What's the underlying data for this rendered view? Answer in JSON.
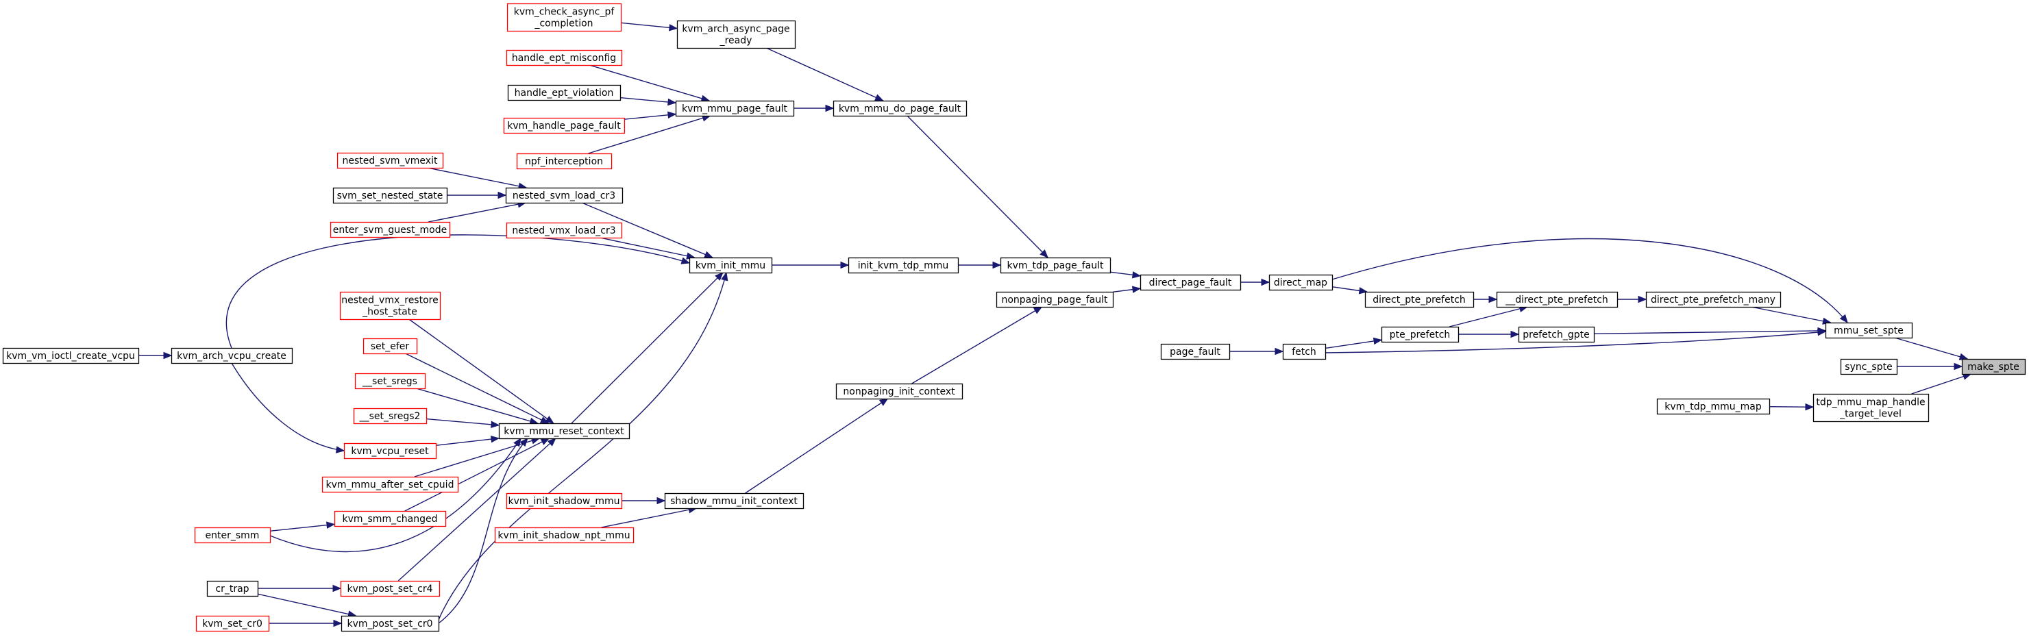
{
  "colors": {
    "edge": "#191970",
    "border_normal": "#000000",
    "border_truncated": "#ff0000",
    "fill_normal": "#ffffff",
    "fill_focus": "#bfbfbf",
    "text": "#000000"
  },
  "nodes": [
    {
      "id": "make_spte",
      "lines": [
        "make_spte"
      ],
      "kind": "focus"
    },
    {
      "id": "mmu_set_spte",
      "lines": [
        "mmu_set_spte"
      ],
      "kind": "normal"
    },
    {
      "id": "sync_spte",
      "lines": [
        "sync_spte"
      ],
      "kind": "normal"
    },
    {
      "id": "tdp_mmu_map_handle_target_level",
      "lines": [
        "tdp_mmu_map_handle",
        "_target_level"
      ],
      "kind": "normal"
    },
    {
      "id": "kvm_tdp_mmu_map",
      "lines": [
        "kvm_tdp_mmu_map"
      ],
      "kind": "normal"
    },
    {
      "id": "direct_map",
      "lines": [
        "direct_map"
      ],
      "kind": "normal"
    },
    {
      "id": "direct_pte_prefetch_many",
      "lines": [
        "direct_pte_prefetch_many"
      ],
      "kind": "normal"
    },
    {
      "id": "prefetch_gpte",
      "lines": [
        "prefetch_gpte"
      ],
      "kind": "normal"
    },
    {
      "id": "fetch",
      "lines": [
        "fetch"
      ],
      "kind": "normal"
    },
    {
      "id": "__direct_pte_prefetch",
      "lines": [
        "__direct_pte_prefetch"
      ],
      "kind": "normal"
    },
    {
      "id": "pte_prefetch",
      "lines": [
        "pte_prefetch"
      ],
      "kind": "normal"
    },
    {
      "id": "page_fault",
      "lines": [
        "page_fault"
      ],
      "kind": "normal"
    },
    {
      "id": "direct_pte_prefetch",
      "lines": [
        "direct_pte_prefetch"
      ],
      "kind": "normal"
    },
    {
      "id": "direct_page_fault",
      "lines": [
        "direct_page_fault"
      ],
      "kind": "normal"
    },
    {
      "id": "kvm_tdp_page_fault",
      "lines": [
        "kvm_tdp_page_fault"
      ],
      "kind": "normal"
    },
    {
      "id": "nonpaging_page_fault",
      "lines": [
        "nonpaging_page_fault"
      ],
      "kind": "normal"
    },
    {
      "id": "init_kvm_tdp_mmu",
      "lines": [
        "init_kvm_tdp_mmu"
      ],
      "kind": "normal"
    },
    {
      "id": "kvm_mmu_do_page_fault",
      "lines": [
        "kvm_mmu_do_page_fault"
      ],
      "kind": "normal"
    },
    {
      "id": "nonpaging_init_context",
      "lines": [
        "nonpaging_init_context"
      ],
      "kind": "normal"
    },
    {
      "id": "kvm_init_mmu",
      "lines": [
        "kvm_init_mmu"
      ],
      "kind": "normal"
    },
    {
      "id": "kvm_arch_async_page_ready",
      "lines": [
        "kvm_arch_async_page",
        "_ready"
      ],
      "kind": "normal"
    },
    {
      "id": "kvm_mmu_page_fault",
      "lines": [
        "kvm_mmu_page_fault"
      ],
      "kind": "normal"
    },
    {
      "id": "shadow_mmu_init_context",
      "lines": [
        "shadow_mmu_init_context"
      ],
      "kind": "normal"
    },
    {
      "id": "kvm_check_async_pf_completion",
      "lines": [
        "kvm_check_async_pf",
        "_completion"
      ],
      "kind": "truncated"
    },
    {
      "id": "handle_ept_misconfig",
      "lines": [
        "handle_ept_misconfig"
      ],
      "kind": "truncated"
    },
    {
      "id": "handle_ept_violation",
      "lines": [
        "handle_ept_violation"
      ],
      "kind": "normal"
    },
    {
      "id": "kvm_handle_page_fault",
      "lines": [
        "kvm_handle_page_fault"
      ],
      "kind": "truncated"
    },
    {
      "id": "npf_interception",
      "lines": [
        "npf_interception"
      ],
      "kind": "truncated"
    },
    {
      "id": "kvm_init_shadow_mmu",
      "lines": [
        "kvm_init_shadow_mmu"
      ],
      "kind": "truncated"
    },
    {
      "id": "kvm_init_shadow_npt_mmu",
      "lines": [
        "kvm_init_shadow_npt_mmu"
      ],
      "kind": "truncated"
    },
    {
      "id": "nested_svm_load_cr3",
      "lines": [
        "nested_svm_load_cr3"
      ],
      "kind": "normal"
    },
    {
      "id": "nested_vmx_load_cr3",
      "lines": [
        "nested_vmx_load_cr3"
      ],
      "kind": "truncated"
    },
    {
      "id": "kvm_mmu_reset_context",
      "lines": [
        "kvm_mmu_reset_context"
      ],
      "kind": "normal"
    },
    {
      "id": "nested_svm_vmexit",
      "lines": [
        "nested_svm_vmexit"
      ],
      "kind": "truncated"
    },
    {
      "id": "svm_set_nested_state",
      "lines": [
        "svm_set_nested_state"
      ],
      "kind": "normal"
    },
    {
      "id": "enter_svm_guest_mode",
      "lines": [
        "enter_svm_guest_mode"
      ],
      "kind": "truncated"
    },
    {
      "id": "nested_vmx_restore_host_state",
      "lines": [
        "nested_vmx_restore",
        "_host_state"
      ],
      "kind": "truncated"
    },
    {
      "id": "set_efer",
      "lines": [
        "set_efer"
      ],
      "kind": "truncated"
    },
    {
      "id": "__set_sregs",
      "lines": [
        "__set_sregs"
      ],
      "kind": "truncated"
    },
    {
      "id": "__set_sregs2",
      "lines": [
        "__set_sregs2"
      ],
      "kind": "truncated"
    },
    {
      "id": "kvm_vcpu_reset",
      "lines": [
        "kvm_vcpu_reset"
      ],
      "kind": "truncated"
    },
    {
      "id": "kvm_mmu_after_set_cpuid",
      "lines": [
        "kvm_mmu_after_set_cpuid"
      ],
      "kind": "truncated"
    },
    {
      "id": "kvm_smm_changed",
      "lines": [
        "kvm_smm_changed"
      ],
      "kind": "truncated"
    },
    {
      "id": "kvm_post_set_cr4",
      "lines": [
        "kvm_post_set_cr4"
      ],
      "kind": "truncated"
    },
    {
      "id": "kvm_post_set_cr0",
      "lines": [
        "kvm_post_set_cr0"
      ],
      "kind": "normal"
    },
    {
      "id": "kvm_arch_vcpu_create",
      "lines": [
        "kvm_arch_vcpu_create"
      ],
      "kind": "normal"
    },
    {
      "id": "enter_smm",
      "lines": [
        "enter_smm"
      ],
      "kind": "truncated"
    },
    {
      "id": "cr_trap",
      "lines": [
        "cr_trap"
      ],
      "kind": "normal"
    },
    {
      "id": "kvm_set_cr0",
      "lines": [
        "kvm_set_cr0"
      ],
      "kind": "truncated"
    },
    {
      "id": "kvm_vm_ioctl_create_vcpu",
      "lines": [
        "kvm_vm_ioctl_create_vcpu"
      ],
      "kind": "normal"
    }
  ],
  "edges": [
    {
      "from": "mmu_set_spte",
      "to": "make_spte"
    },
    {
      "from": "sync_spte",
      "to": "make_spte"
    },
    {
      "from": "tdp_mmu_map_handle_target_level",
      "to": "make_spte"
    },
    {
      "from": "direct_map",
      "to": "mmu_set_spte"
    },
    {
      "from": "direct_pte_prefetch_many",
      "to": "mmu_set_spte"
    },
    {
      "from": "prefetch_gpte",
      "to": "mmu_set_spte"
    },
    {
      "from": "fetch",
      "to": "mmu_set_spte"
    },
    {
      "from": "kvm_tdp_mmu_map",
      "to": "tdp_mmu_map_handle_target_level"
    },
    {
      "from": "direct_page_fault",
      "to": "direct_map"
    },
    {
      "from": "__direct_pte_prefetch",
      "to": "direct_pte_prefetch_many"
    },
    {
      "from": "pte_prefetch",
      "to": "prefetch_gpte"
    },
    {
      "from": "page_fault",
      "to": "fetch"
    },
    {
      "from": "direct_pte_prefetch",
      "to": "__direct_pte_prefetch"
    },
    {
      "from": "pte_prefetch",
      "to": "__direct_pte_prefetch"
    },
    {
      "from": "fetch",
      "to": "pte_prefetch"
    },
    {
      "from": "direct_map",
      "to": "direct_pte_prefetch"
    },
    {
      "from": "kvm_tdp_page_fault",
      "to": "direct_page_fault"
    },
    {
      "from": "nonpaging_page_fault",
      "to": "direct_page_fault"
    },
    {
      "from": "init_kvm_tdp_mmu",
      "to": "kvm_tdp_page_fault"
    },
    {
      "from": "kvm_mmu_do_page_fault",
      "to": "kvm_tdp_page_fault"
    },
    {
      "from": "nonpaging_init_context",
      "to": "nonpaging_page_fault"
    },
    {
      "from": "kvm_init_mmu",
      "to": "init_kvm_tdp_mmu"
    },
    {
      "from": "kvm_arch_async_page_ready",
      "to": "kvm_mmu_do_page_fault"
    },
    {
      "from": "kvm_mmu_page_fault",
      "to": "kvm_mmu_do_page_fault"
    },
    {
      "from": "shadow_mmu_init_context",
      "to": "nonpaging_init_context"
    },
    {
      "from": "kvm_check_async_pf_completion",
      "to": "kvm_arch_async_page_ready"
    },
    {
      "from": "handle_ept_misconfig",
      "to": "kvm_mmu_page_fault"
    },
    {
      "from": "handle_ept_violation",
      "to": "kvm_mmu_page_fault"
    },
    {
      "from": "kvm_handle_page_fault",
      "to": "kvm_mmu_page_fault"
    },
    {
      "from": "npf_interception",
      "to": "kvm_mmu_page_fault"
    },
    {
      "from": "kvm_init_shadow_mmu",
      "to": "shadow_mmu_init_context"
    },
    {
      "from": "kvm_init_shadow_npt_mmu",
      "to": "shadow_mmu_init_context"
    },
    {
      "from": "nested_svm_load_cr3",
      "to": "kvm_init_mmu"
    },
    {
      "from": "nested_vmx_load_cr3",
      "to": "kvm_init_mmu"
    },
    {
      "from": "kvm_mmu_reset_context",
      "to": "kvm_init_mmu"
    },
    {
      "from": "kvm_arch_vcpu_create",
      "to": "kvm_init_mmu"
    },
    {
      "from": "kvm_post_set_cr0",
      "to": "kvm_init_mmu"
    },
    {
      "from": "nested_svm_vmexit",
      "to": "nested_svm_load_cr3"
    },
    {
      "from": "svm_set_nested_state",
      "to": "nested_svm_load_cr3"
    },
    {
      "from": "enter_svm_guest_mode",
      "to": "nested_svm_load_cr3"
    },
    {
      "from": "nested_vmx_restore_host_state",
      "to": "kvm_mmu_reset_context"
    },
    {
      "from": "set_efer",
      "to": "kvm_mmu_reset_context"
    },
    {
      "from": "__set_sregs",
      "to": "kvm_mmu_reset_context"
    },
    {
      "from": "__set_sregs2",
      "to": "kvm_mmu_reset_context"
    },
    {
      "from": "kvm_vcpu_reset",
      "to": "kvm_mmu_reset_context"
    },
    {
      "from": "kvm_mmu_after_set_cpuid",
      "to": "kvm_mmu_reset_context"
    },
    {
      "from": "kvm_smm_changed",
      "to": "kvm_mmu_reset_context"
    },
    {
      "from": "kvm_post_set_cr4",
      "to": "kvm_mmu_reset_context"
    },
    {
      "from": "kvm_post_set_cr0",
      "to": "kvm_mmu_reset_context"
    },
    {
      "from": "enter_smm",
      "to": "kvm_mmu_reset_context"
    },
    {
      "from": "kvm_vm_ioctl_create_vcpu",
      "to": "kvm_arch_vcpu_create"
    },
    {
      "from": "kvm_arch_vcpu_create",
      "to": "kvm_vcpu_reset"
    },
    {
      "from": "enter_smm",
      "to": "kvm_smm_changed"
    },
    {
      "from": "cr_trap",
      "to": "kvm_post_set_cr4"
    },
    {
      "from": "cr_trap",
      "to": "kvm_post_set_cr0"
    },
    {
      "from": "kvm_set_cr0",
      "to": "kvm_post_set_cr0"
    }
  ]
}
